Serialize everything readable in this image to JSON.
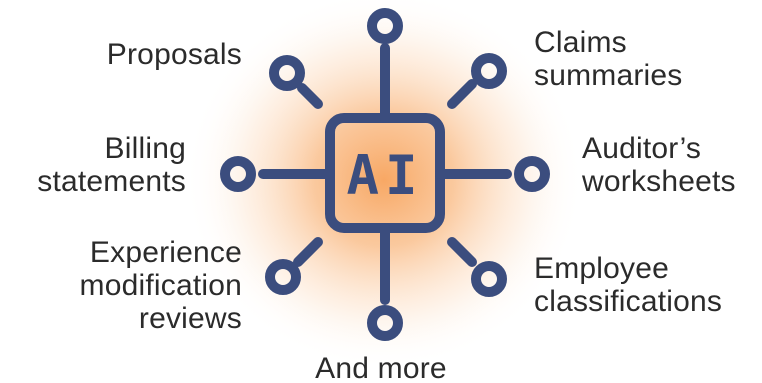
{
  "colors": {
    "icon": "#3B4D7E",
    "glow_center": "#F7A35C",
    "glow_edge": "#FFFFFF",
    "text": "#2B2B2B"
  },
  "chip": {
    "icon_name": "ai-chip-icon",
    "text": "AI"
  },
  "labels": {
    "proposals": "Proposals",
    "claims": "Claims\nsummaries",
    "billing": "Billing\nstatements",
    "auditor": "Auditor’s\nworksheets",
    "experience": "Experience\nmodification\nreviews",
    "employee": "Employee\nclassifications",
    "more": "And more"
  }
}
